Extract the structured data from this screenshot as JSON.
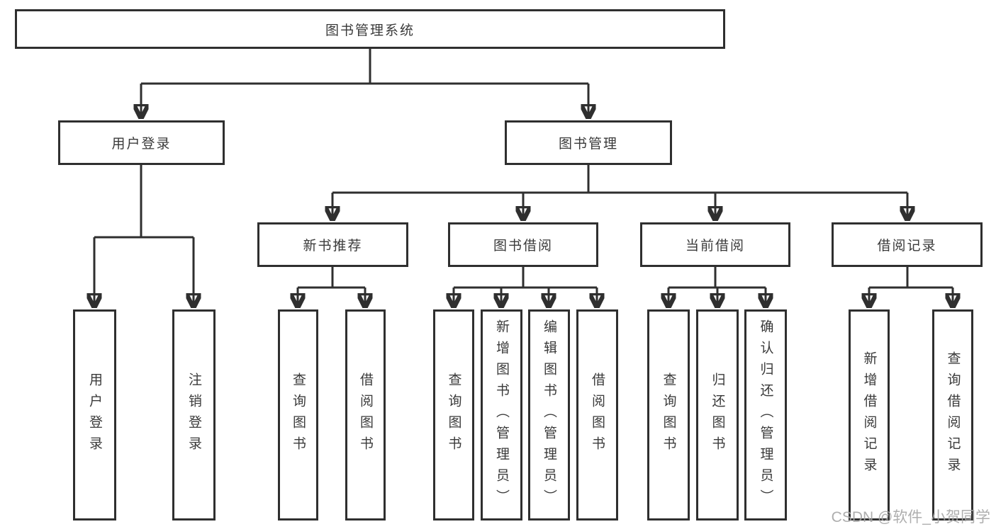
{
  "diagram_title": "图书管理系统",
  "colors": {
    "line": "#2f2f2f",
    "text": "#3a3a3a",
    "background": "#ffffff",
    "watermark": "#a5a5a5"
  },
  "tree": {
    "label": "图书管理系统",
    "children": [
      {
        "label": "用户登录",
        "children": [
          {
            "label": "用户登录"
          },
          {
            "label": "注销登录"
          }
        ]
      },
      {
        "label": "图书管理",
        "children": [
          {
            "label": "新书推荐",
            "children": [
              {
                "label": "查询图书"
              },
              {
                "label": "借阅图书"
              }
            ]
          },
          {
            "label": "图书借阅",
            "children": [
              {
                "label": "查询图书"
              },
              {
                "label": "新增图书（管理员）"
              },
              {
                "label": "编辑图书（管理员）"
              },
              {
                "label": "借阅图书"
              }
            ]
          },
          {
            "label": "当前借阅",
            "children": [
              {
                "label": "查询图书"
              },
              {
                "label": "归还图书"
              },
              {
                "label": "确认归还（管理员）"
              }
            ]
          },
          {
            "label": "借阅记录",
            "children": [
              {
                "label": "新增借阅记录"
              },
              {
                "label": "查询借阅记录"
              }
            ]
          }
        ]
      }
    ]
  },
  "watermark": {
    "text": "CSDN @软件_小贺同学"
  }
}
